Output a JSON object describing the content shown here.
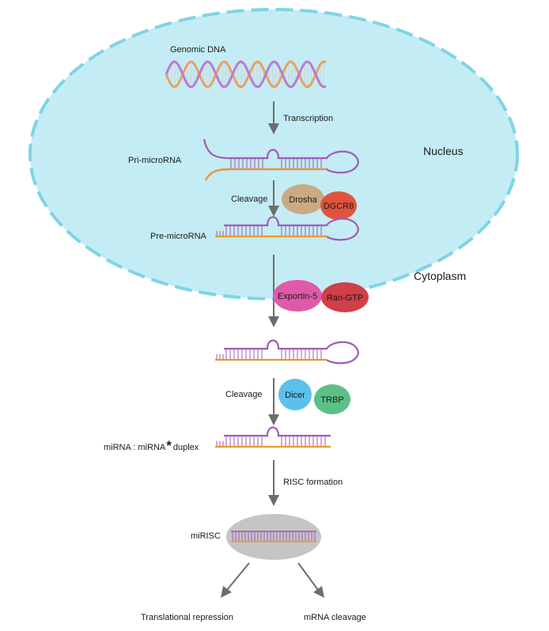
{
  "labels": {
    "genomic_dna": "Genomic DNA",
    "transcription": "Transcription",
    "nucleus": "Nucleus",
    "pri_microrna": "Pri-microRNA",
    "cleavage_1": "Cleavage",
    "pre_microrna": "Pre-microRNA",
    "cytoplasm": "Cytoplasm",
    "cleavage_2": "Cleavage",
    "duplex_part1": "miRNA : miRNA",
    "duplex_star": "*",
    "duplex_part2": "duplex",
    "risc_formation": "RISC formation",
    "mirisc": "miRISC",
    "translational_repression": "Translational repression",
    "mrna_cleavage": "mRNA cleavage"
  },
  "proteins": {
    "drosha": "Drosha",
    "dgcr8": "DGCR8",
    "exportin5": "Exportin-5",
    "ran_gtp": "Ran-GTP",
    "dicer": "Dicer",
    "trbp": "TRBP"
  },
  "colors": {
    "nucleus_fill": "#c4ecf4",
    "nucleus_border": "#7ed4e6",
    "rna_purple": "#a15ab6",
    "rna_orange": "#e89a2c",
    "dna_purple": "#b87ccc",
    "dna_orange": "#e9a25e",
    "arrow_gray": "#6d6d6d",
    "drosha": "#c9aa83",
    "dgcr8": "#e0533e",
    "exportin5": "#e05aa9",
    "ran_gtp": "#d13f48",
    "dicer": "#5cc0ec",
    "trbp": "#5dbf88",
    "mirisc": "#c5c5c5"
  }
}
